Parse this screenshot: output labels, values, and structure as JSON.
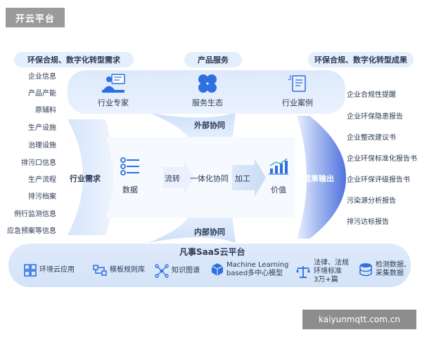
{
  "logo": {
    "text": "开云平台"
  },
  "watermark": {
    "text": "kaiyunmqtt.com.cn"
  },
  "headers": {
    "left": "环保合规、数字化转型需求",
    "middle": "产品服务",
    "right": "环保合规、数字化转型成果"
  },
  "needs": [
    "企业信息",
    "产品产能",
    "原辅料",
    "生产设施",
    "治理设施",
    "排污口信息",
    "生产流程",
    "排污档案",
    "例行监测信息",
    "应急预案等信息"
  ],
  "outcomes": [
    "企业合规性提醒",
    "企业环保隐患报告",
    "企业整改建议书",
    "企业环保标准化报告书",
    "企业环保评级报告书",
    "污染源分析报告",
    "排污达标报告"
  ],
  "services": [
    {
      "label": "行业专家",
      "icon": "expert-icon"
    },
    {
      "label": "服务生态",
      "icon": "ecosystem-icon"
    },
    {
      "label": "行业案例",
      "icon": "case-icon"
    }
  ],
  "flow": {
    "external": "外部协同",
    "internal": "内部协同",
    "demand": "行业需求",
    "data": "数据",
    "circulation": "流转",
    "integration": "一体化协同",
    "process": "加工",
    "value": "价值",
    "output": "成果输出"
  },
  "platform": {
    "title": "凡事SaaS云平台",
    "items": [
      {
        "line1": "环境云应用",
        "line2": "",
        "line3": "",
        "icon": "apps-grid-icon"
      },
      {
        "line1": "模板规则库",
        "line2": "",
        "line3": "",
        "icon": "template-icon"
      },
      {
        "line1": "知识图谱",
        "line2": "",
        "line3": "",
        "icon": "knowledge-graph-icon"
      },
      {
        "line1": "Machine Learning",
        "line2": "based多中心模型",
        "line3": "",
        "icon": "cube-icon"
      },
      {
        "line1": "法律、法规",
        "line2": "环境标准",
        "line3": "3万+篇",
        "icon": "scales-icon"
      },
      {
        "line1": "检测数据、",
        "line2": "采集数据",
        "line3": "",
        "icon": "database-icon"
      }
    ]
  },
  "colors": {
    "accent": "#3a6fd8",
    "light": "#e4effc",
    "text": "#2b3a55",
    "output": "#5b7fe0"
  }
}
